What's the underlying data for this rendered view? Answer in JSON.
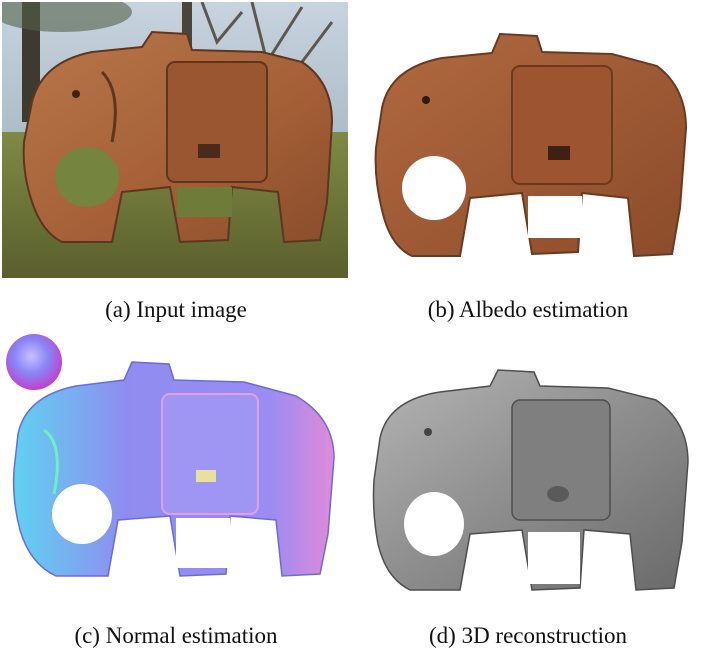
{
  "figure": {
    "panels": [
      {
        "id": "a",
        "caption": "(a) Input image",
        "content": "photo of stone elephant statue"
      },
      {
        "id": "b",
        "caption": "(b) Albedo estimation",
        "content": "albedo map"
      },
      {
        "id": "c",
        "caption": "(c) Normal estimation",
        "content": "surface normal map"
      },
      {
        "id": "d",
        "caption": "(d) 3D reconstruction",
        "content": "shaded 3D mesh"
      }
    ]
  },
  "colors": {
    "sky": "#b9c9d6",
    "grass": "#6e7a3a",
    "stone": "#a8653a",
    "stone_dark": "#6b3d22",
    "normal_main": "#8f8cf0",
    "normal_accent": "#6fd6e8",
    "normal_pink": "#e08ad8",
    "mesh": "#9a9a9a",
    "mesh_dark": "#5a5a5a"
  }
}
